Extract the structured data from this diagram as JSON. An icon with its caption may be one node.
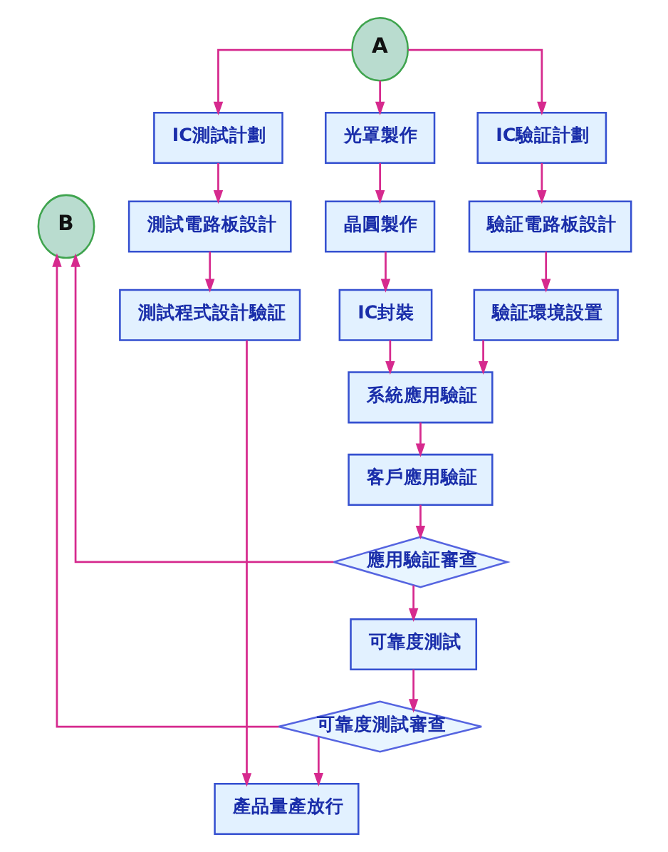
{
  "diagram": {
    "nodes": [
      {
        "text": [
          "A"
        ]
      },
      {
        "text": [
          "IC測試計劃"
        ]
      },
      {
        "text": [
          "光罩製作"
        ]
      },
      {
        "text": [
          "IC驗証計劃"
        ]
      },
      {
        "text": [
          "B"
        ]
      },
      {
        "text": [
          "測試電路板設計"
        ]
      },
      {
        "text": [
          "晶圓製作"
        ]
      },
      {
        "text": [
          "驗証電路板設計"
        ]
      },
      {
        "text": [
          "測試程式設計驗証"
        ]
      },
      {
        "text": [
          "IC封裝"
        ]
      },
      {
        "text": [
          "驗証環境設置"
        ]
      },
      {
        "text": [
          "系統應用驗証"
        ]
      },
      {
        "text": [
          "客戶應用驗証"
        ]
      },
      {
        "text": [
          "應用驗証審查"
        ]
      },
      {
        "text": [
          "可靠度測試"
        ]
      },
      {
        "text": [
          "可靠度測試審查"
        ]
      },
      {
        "text": [
          "產品量產放行"
        ]
      }
    ],
    "edges": [
      {
        "from": 0,
        "to": 1,
        "arrow": "to"
      },
      {
        "from": 0,
        "to": 2,
        "arrow": "to"
      },
      {
        "from": 0,
        "to": 3,
        "arrow": "to"
      },
      {
        "from": 1,
        "to": 5,
        "arrow": "to"
      },
      {
        "from": 5,
        "to": 8,
        "arrow": "to"
      },
      {
        "from": 2,
        "to": 6,
        "arrow": "to"
      },
      {
        "from": 6,
        "to": 9,
        "arrow": "to"
      },
      {
        "from": 3,
        "to": 7,
        "arrow": "to"
      },
      {
        "from": 7,
        "to": 10,
        "arrow": "to"
      },
      {
        "from": 9,
        "to": 11,
        "arrow": "to"
      },
      {
        "from": 10,
        "to": 11,
        "arrow": "to"
      },
      {
        "from": 11,
        "to": 12,
        "arrow": "to"
      },
      {
        "from": 12,
        "to": 13,
        "arrow": "to"
      },
      {
        "from": 13,
        "to": 4,
        "arrow": "to"
      },
      {
        "from": 13,
        "to": 14,
        "arrow": "to"
      },
      {
        "from": 14,
        "to": 15,
        "arrow": "to"
      },
      {
        "from": 15,
        "to": 4,
        "arrow": "to"
      },
      {
        "from": 15,
        "to": 16,
        "arrow": "to"
      },
      {
        "from": 8,
        "to": 16,
        "arrow": "to"
      }
    ]
  }
}
